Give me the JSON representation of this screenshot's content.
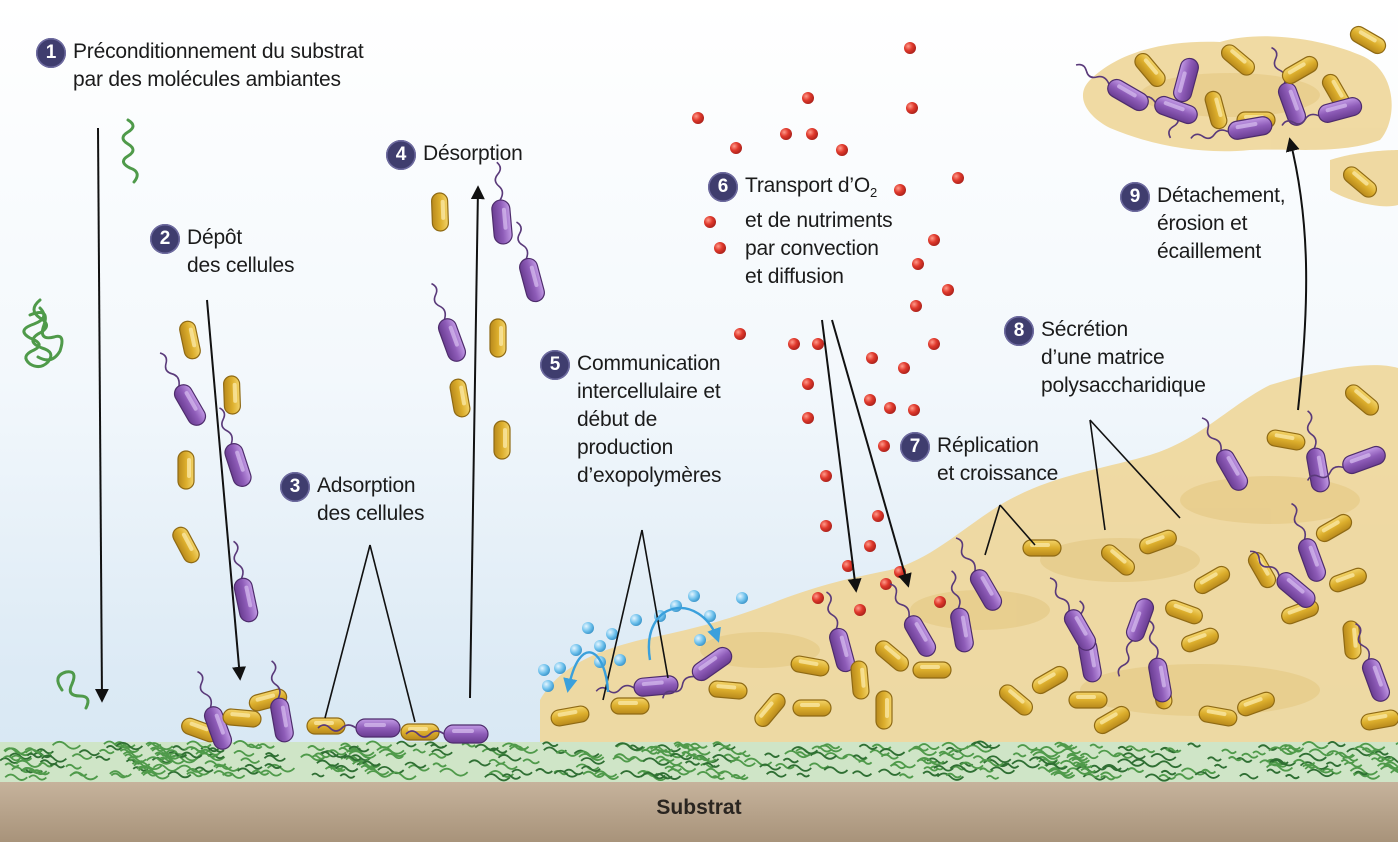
{
  "steps": [
    {
      "num": "1",
      "lines": [
        "Préconditionnement du substrat",
        "par des molécules ambiantes"
      ]
    },
    {
      "num": "2",
      "lines": [
        "Dépôt",
        "des cellules"
      ]
    },
    {
      "num": "3",
      "lines": [
        "Adsorption",
        "des cellules"
      ]
    },
    {
      "num": "4",
      "lines": [
        "Désorption"
      ]
    },
    {
      "num": "5",
      "lines": [
        "Communication",
        "intercellulaire et",
        "début de",
        "production",
        "d’exopolymères"
      ]
    },
    {
      "num": "6",
      "line1_pre": "Transport d’O",
      "line1_sub": "2",
      "lines": [
        "et de nutriments",
        "par convection",
        "et diffusion"
      ]
    },
    {
      "num": "7",
      "lines": [
        "Réplication",
        "et croissance"
      ]
    },
    {
      "num": "8",
      "lines": [
        "Sécrétion",
        "d’une matrice",
        "polysaccharidique"
      ]
    },
    {
      "num": "9",
      "lines": [
        "Détachement,",
        "érosion et",
        "écaillement"
      ]
    }
  ],
  "substrate_label": "Substrat",
  "colors": {
    "badge": "#3f3d6e",
    "bacillus_yellow": "#e2b534",
    "bacillus_purple": "#8e5cb8",
    "oxygen": "#d9382c",
    "signal": "#5aaee0",
    "conditioning_film": "#4f9a4a",
    "matrix": "#efd79b",
    "substrate": "#b9a58e"
  }
}
